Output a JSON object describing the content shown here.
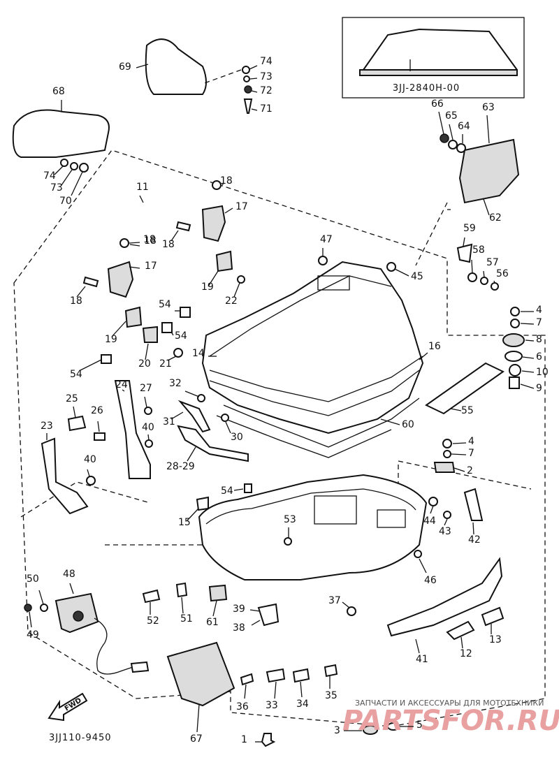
{
  "diagram": {
    "inset_code": "3JJ-2840H-00",
    "diagram_code": "3JJ110-9450",
    "fwd_label": "FWD",
    "watermark_caption": "ЗАПЧАСТИ И АКСЕССУАРЫ ДЛЯ МОТОТЕХНИКИ",
    "watermark_logo": "PARTSFOR.RU"
  },
  "callouts": [
    "1",
    "2",
    "3",
    "4",
    "5",
    "6",
    "7",
    "8",
    "9",
    "10",
    "11",
    "12",
    "13",
    "14",
    "15",
    "16",
    "17",
    "18",
    "19",
    "20",
    "21",
    "22",
    "23",
    "24",
    "25",
    "26",
    "27",
    "28-29",
    "30",
    "31",
    "32",
    "33",
    "34",
    "35",
    "36",
    "37",
    "38",
    "39",
    "40",
    "41",
    "42",
    "43",
    "44",
    "45",
    "46",
    "47",
    "48",
    "49",
    "50",
    "51",
    "52",
    "53",
    "54",
    "55",
    "56",
    "57",
    "58",
    "59",
    "60",
    "61",
    "62",
    "63",
    "64",
    "65",
    "66",
    "67",
    "68",
    "69",
    "70",
    "71",
    "72",
    "73",
    "74"
  ]
}
